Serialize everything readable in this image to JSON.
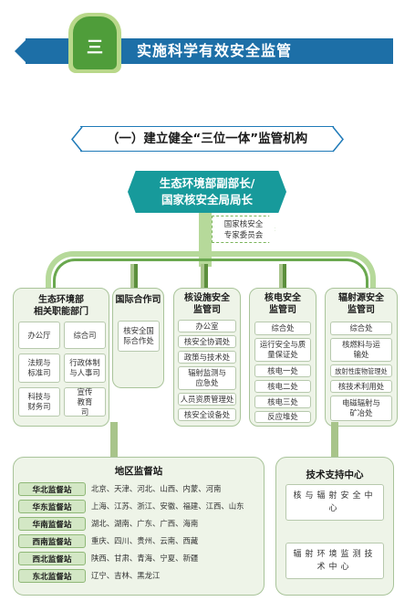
{
  "banner": {
    "number": "三",
    "title": "实施科学有效安全监管"
  },
  "section_title": "（一）建立健全“三位一体”监管机构",
  "top_node": {
    "line1": "生态环境部副部长/",
    "line2": "国家核安全局局长"
  },
  "committee": {
    "line1": "国家核安全",
    "line2": "专家委员会"
  },
  "departments": [
    {
      "head": [
        "生态环境部",
        "相关职能部门"
      ],
      "cells": [
        "办公厅",
        "综合司",
        "法规与标准司",
        "行政体制与人事司",
        "科技与财务司",
        "宣传教育司"
      ]
    },
    {
      "head": [
        "国际合作司"
      ],
      "cells": [
        "核安全国际合作处"
      ]
    },
    {
      "head": [
        "核设施安全",
        "监管司"
      ],
      "cells": [
        "办公室",
        "核安全协调处",
        "政策与技术处",
        "辐射监测与应急处",
        "人员资质管理处",
        "核安全设备处"
      ]
    },
    {
      "head": [
        "核电安全",
        "监管司"
      ],
      "cells": [
        "综合处",
        "运行安全与质量保证处",
        "核电一处",
        "核电二处",
        "核电三处",
        "反应堆处"
      ]
    },
    {
      "head": [
        "辐射源安全",
        "监管司"
      ],
      "cells": [
        "综合处",
        "核燃料与运输处",
        "放射性废物管理处",
        "核技术利用处",
        "电磁辐射与矿冶处"
      ]
    }
  ],
  "regional": {
    "head": "地区监督站",
    "stations": [
      {
        "name": "华北监督站",
        "provinces": "北京、天津、河北、山西、内蒙、河南"
      },
      {
        "name": "华东监督站",
        "provinces": "上海、江苏、浙江、安徽、福建、江西、山东"
      },
      {
        "name": "华南监督站",
        "provinces": "湖北、湖南、广东、广西、海南"
      },
      {
        "name": "西南监督站",
        "provinces": "重庆、四川、贵州、云南、西藏"
      },
      {
        "name": "西北监督站",
        "provinces": "陕西、甘肃、青海、宁夏、新疆"
      },
      {
        "name": "东北监督站",
        "provinces": "辽宁、吉林、黑龙江"
      }
    ]
  },
  "tech_support": {
    "head": "技术支持中心",
    "centers": [
      "核与辐射安全中心",
      "辐射环境监测技术中心"
    ]
  }
}
